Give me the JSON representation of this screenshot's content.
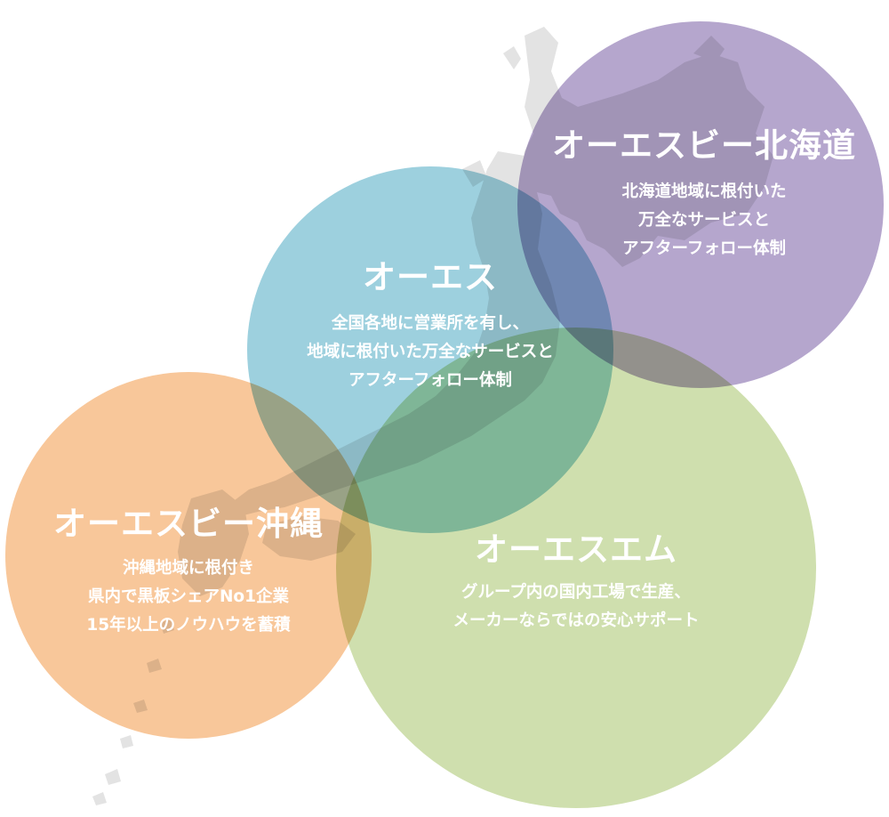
{
  "background": {
    "map_color": "#e3e3e3"
  },
  "circles": [
    {
      "id": "hokkaido",
      "title": "オーエスビー北海道",
      "lines": [
        "北海道地域に根付いた",
        "万全なサービスと",
        "アフターフォロー体制"
      ],
      "color": "#b5a6cd"
    },
    {
      "id": "os",
      "title": "オーエス",
      "lines": [
        "全国各地に営業所を有し、",
        "地域に根付いた万全なサービスと",
        "アフターフォロー体制"
      ],
      "color": "#9dd0de"
    },
    {
      "id": "okinawa",
      "title": "オーエスビー沖縄",
      "lines": [
        "沖縄地域に根付き",
        "県内で黒板シェアNo1企業",
        "15年以上のノウハウを蓄積"
      ],
      "color": "#f8c79a"
    },
    {
      "id": "osm",
      "title": "オーエスエム",
      "lines": [
        "グループ内の国内工場で生産、",
        "メーカーならではの安心サポート"
      ],
      "color": "#cfdfae"
    }
  ]
}
